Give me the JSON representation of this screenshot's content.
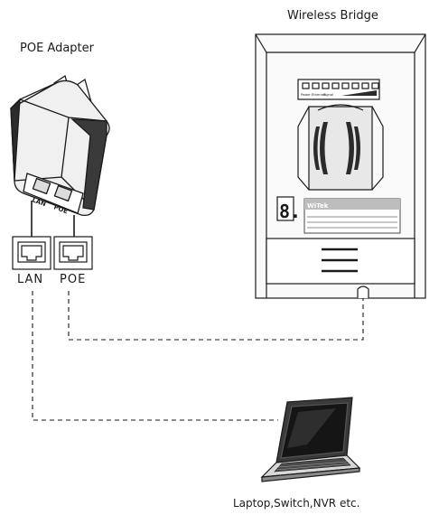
{
  "labels": {
    "bridge_title": "Wireless Bridge",
    "poe_adapter_title": "POE Adapter",
    "lan_port": "LAN",
    "poe_port": "POE",
    "laptop_caption": "Laptop,Switch,NVR etc.",
    "adapter_port_lan": "LAN",
    "adapter_port_poe": "POE"
  },
  "bridge_panel": {
    "brand": "WiTek",
    "led_labels": [
      "Power",
      "Ethernet",
      "Signal"
    ],
    "digit_display": "8."
  },
  "colors": {
    "line": "#1a1a1a",
    "device_fill": "#f2f2f2",
    "dark": "#2b2b2b"
  }
}
